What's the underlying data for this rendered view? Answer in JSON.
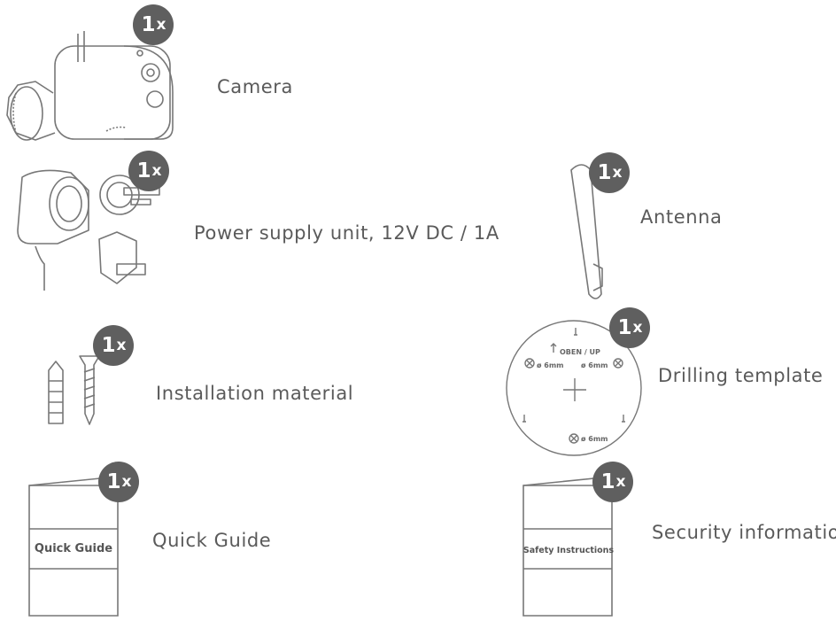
{
  "items": {
    "camera": {
      "qty": "1",
      "unit": "x",
      "label": "Camera"
    },
    "power": {
      "qty": "1",
      "unit": "x",
      "label": "Power supply unit, 12V DC / 1A"
    },
    "antenna": {
      "qty": "1",
      "unit": "x",
      "label": "Antenna"
    },
    "install": {
      "qty": "1",
      "unit": "x",
      "label": "Installation material"
    },
    "template": {
      "qty": "1",
      "unit": "x",
      "label": "Drilling template",
      "up_text": "OBEN / UP",
      "hole_text": "ø 6mm"
    },
    "quickguide": {
      "qty": "1",
      "unit": "x",
      "label": "Quick Guide",
      "cover_title": "Quick Guide"
    },
    "security": {
      "qty": "1",
      "unit": "x",
      "label": "Security information",
      "cover_title": "Safety Instructions"
    }
  },
  "colors": {
    "badge": "#5f5f5f",
    "line": "#777777",
    "text": "#5a5a5a"
  }
}
